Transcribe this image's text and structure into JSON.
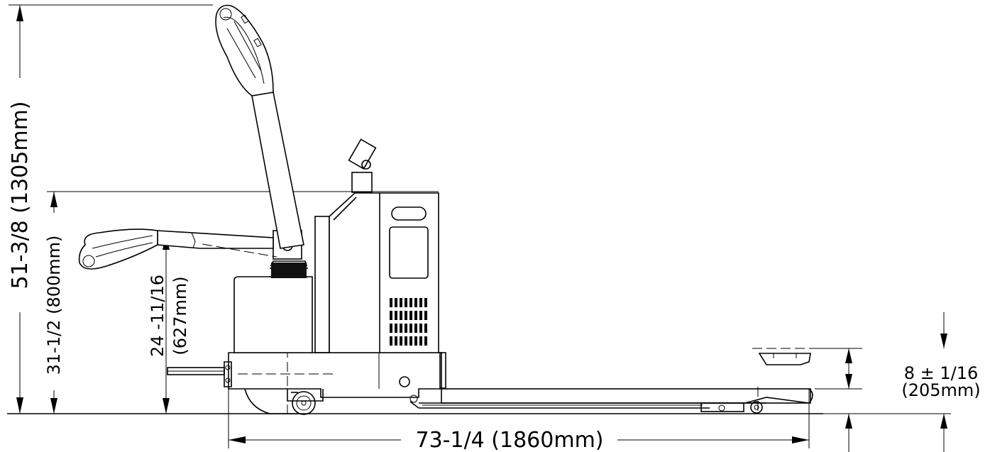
{
  "dimensions": {
    "overall_height": "51-3/8 (1305mm)",
    "body_height": "31-1/2 (800mm)",
    "handle_low_height_line1": "24 -11/16",
    "handle_low_height_line2": "(627mm)",
    "fork_lift_height_line1": "8 ± 1/16",
    "fork_lift_height_line2": "(205mm)",
    "overall_length": "73-1/4 (1860mm)"
  },
  "icons": {
    "vent_grille": "vent-grille-icon",
    "display": "display-panel-icon",
    "wheel": "wheel-icon"
  }
}
